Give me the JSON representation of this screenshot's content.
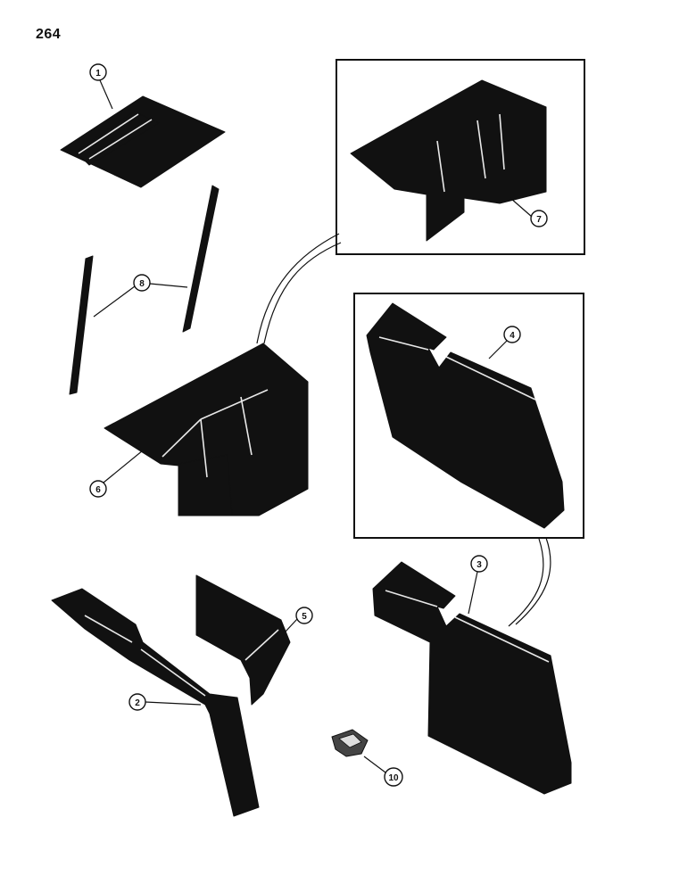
{
  "page_number": "264",
  "callouts": {
    "c1": "1",
    "c2": "2",
    "c3": "3",
    "c4": "4",
    "c5": "5",
    "c6": "6",
    "c7": "7",
    "c8": "8",
    "c10": "10"
  },
  "colors": {
    "part_fill": "#111111",
    "background": "#ffffff"
  }
}
